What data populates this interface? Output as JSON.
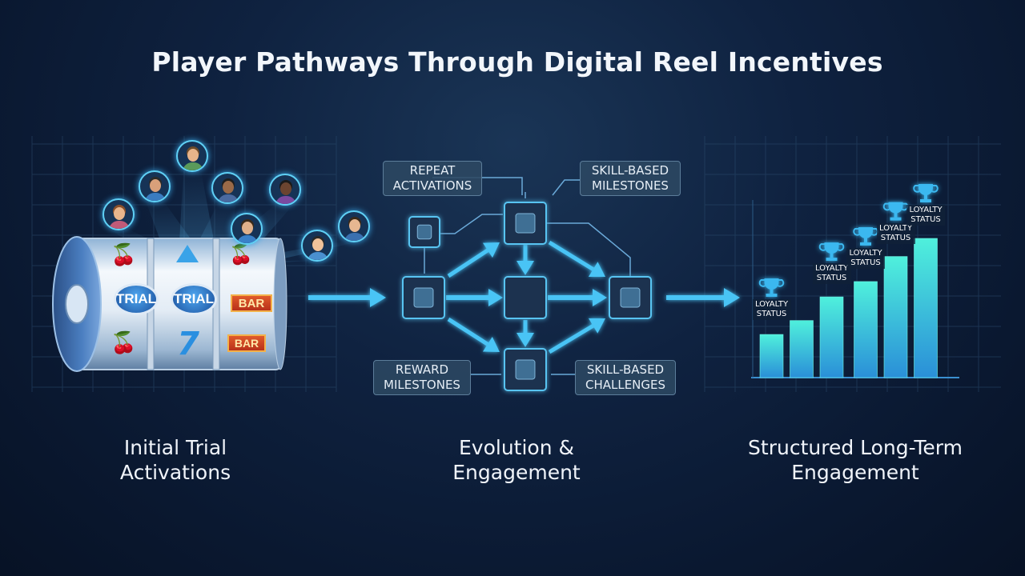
{
  "title": "Player Pathways Through Digital Reel Incentives",
  "sections": [
    {
      "line1": "Initial Trial",
      "line2": "Activations"
    },
    {
      "line1": "Evolution &",
      "line2": "Engagement"
    },
    {
      "line1": "Structured Long-Term",
      "line2": "Engagement"
    }
  ],
  "reel": {
    "symbols": [
      "TRIAL",
      "TRIAL",
      "BAR",
      "BAR",
      "7"
    ]
  },
  "callouts": {
    "repeat": {
      "line1": "REPEAT",
      "line2": "ACTIVATIONS"
    },
    "skill_milestones": {
      "line1": "SKILL-BASED",
      "line2": "MILESTONES"
    },
    "reward": {
      "line1": "REWARD",
      "line2": "MILESTONES"
    },
    "skill_challenges": {
      "line1": "SKILL-BASED",
      "line2": "CHALLENGES"
    }
  },
  "loyalty_label": {
    "line1": "LOYALTY",
    "line2": "STATUS"
  },
  "bars": [
    0.31,
    0.41,
    0.58,
    0.69,
    0.87,
    1.0
  ],
  "colors": {
    "accent": "#3ab8f0",
    "arrow": "#49c4f5",
    "bar_bottom": "#2a8fd8",
    "bar_top": "#4ff0dc",
    "node_fill": "#1d3a5a",
    "title": "#f2f6fb"
  }
}
